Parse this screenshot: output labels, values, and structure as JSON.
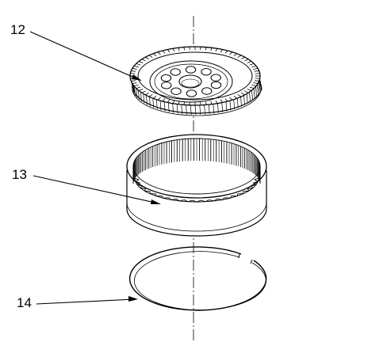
{
  "callouts": [
    {
      "id": "12",
      "label": "12"
    },
    {
      "id": "13",
      "label": "13"
    },
    {
      "id": "14",
      "label": "14"
    }
  ]
}
